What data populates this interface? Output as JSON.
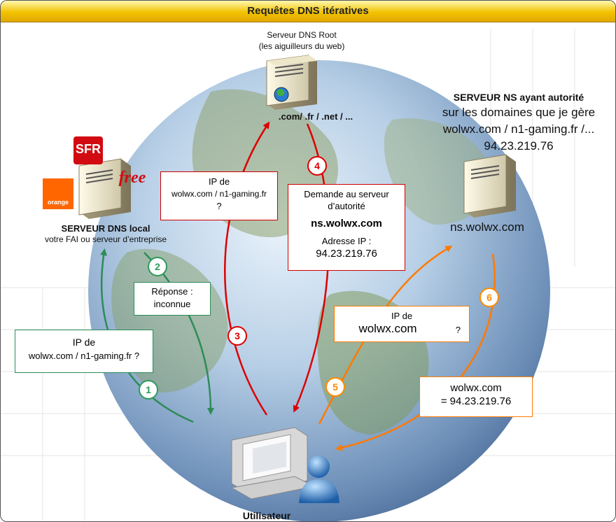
{
  "title": "Requêtes DNS itératives",
  "root_server": {
    "name_line1": "Serveur DNS Root",
    "name_line2": "(les aiguilleurs du web)",
    "domains": ".com/ .fr / .net / ..."
  },
  "local_server": {
    "name": "SERVEUR DNS local",
    "desc": "votre FAI ou serveur d’entreprise",
    "logos": {
      "sfr": "SFR",
      "free": "free",
      "orange": "orange"
    }
  },
  "ns_server": {
    "heading_bold": "SERVEUR NS ayant autorité",
    "line1": "sur les domaines que je gère",
    "line2": "wolwx.com / n1-gaming.fr /...",
    "ip": "94.23.219.76",
    "hostname": "ns.wolwx.com"
  },
  "user": {
    "label": "Utilisateur"
  },
  "steps": {
    "s1": {
      "num": "1",
      "box_line1": "IP de",
      "box_line2": "wolwx.com / n1-gaming.fr ?"
    },
    "s2": {
      "num": "2",
      "box_line1": "Réponse :",
      "box_line2": "inconnue"
    },
    "s3": {
      "num": "3",
      "box_line1": "IP de",
      "box_line2": "wolwx.com / n1-gaming.fr",
      "box_line3": "?"
    },
    "s4": {
      "num": "4",
      "box_line1": "Demande au serveur",
      "box_line2": "d’autorité",
      "box_host": "ns.wolwx.com",
      "box_line3": "Adresse IP :",
      "box_ip": "94.23.219.76"
    },
    "s5": {
      "num": "5",
      "box_line1": "IP de",
      "box_line2": "wolwx.com",
      "box_q": "?"
    },
    "s6": {
      "num": "6",
      "box_line1": "wolwx.com",
      "box_line2": "= 94.23.219.76"
    }
  },
  "colors": {
    "red": "#dd0000",
    "green": "#2e9a5a",
    "orange": "#ff7a00",
    "title_bar": "#f2c200"
  },
  "icons": [
    "globe-icon",
    "server-icon",
    "computer-icon",
    "user-icon",
    "sfr-logo",
    "free-logo",
    "orange-logo"
  ]
}
